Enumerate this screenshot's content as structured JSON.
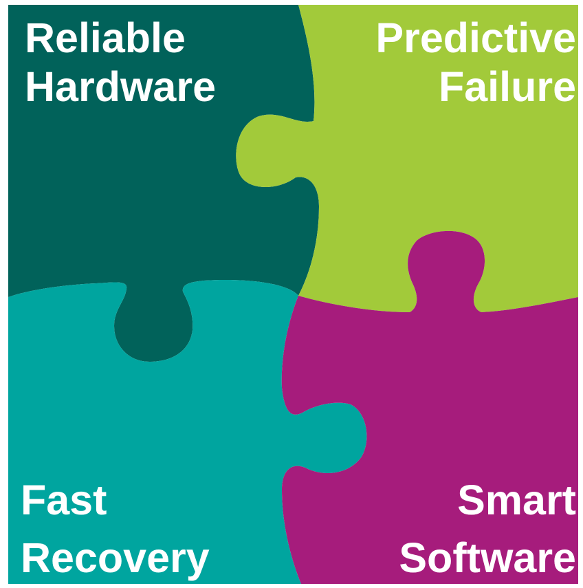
{
  "diagram": {
    "type": "four-piece jigsaw puzzle",
    "pieces": [
      {
        "id": "reliable-hardware",
        "lines": [
          "Reliable",
          "Hardware"
        ],
        "color": "#01625A",
        "position": "top-left"
      },
      {
        "id": "predictive-failure",
        "lines": [
          "Predictive",
          "Failure"
        ],
        "color": "#A2CA3A",
        "position": "top-right"
      },
      {
        "id": "fast-recovery",
        "lines": [
          "Fast",
          "Recovery"
        ],
        "color": "#00A59F",
        "position": "bottom-left"
      },
      {
        "id": "smart-software",
        "lines": [
          "Smart",
          "Software"
        ],
        "color": "#A61C7C",
        "position": "bottom-right"
      }
    ]
  }
}
